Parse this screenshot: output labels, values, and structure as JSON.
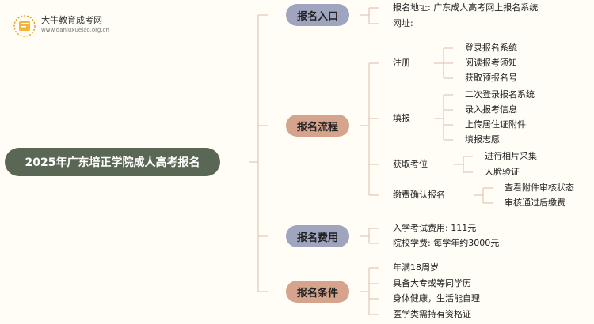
{
  "logo": {
    "title": "大牛教育成考网",
    "url": "www.daniuxueiao.org.cn",
    "icon": "book-icon"
  },
  "root": "2025年广东培正学院成人高考报名",
  "branches": [
    {
      "label": "报名入口",
      "color": "#9fa4bf",
      "items": [
        {
          "label": "报名地址: 广东成人高考网上报名系统"
        },
        {
          "label": "网址:"
        }
      ]
    },
    {
      "label": "报名流程",
      "color": "#d6a48c",
      "items": [
        {
          "label": "注册",
          "children": [
            "登录报名系统",
            "阅读报考须知",
            "获取预报名号"
          ]
        },
        {
          "label": "填报",
          "children": [
            "二次登录报名系统",
            "录入报考信息",
            "上传居住证附件",
            "填报志愿"
          ]
        },
        {
          "label": "获取考位",
          "children": [
            "进行相片采集",
            "人脸验证"
          ]
        },
        {
          "label": "缴费确认报名",
          "children": [
            "查看附件审核状态",
            "审核通过后缴费"
          ]
        }
      ]
    },
    {
      "label": "报名费用",
      "color": "#9fa4bf",
      "items": [
        {
          "label": "入学考试费用: 111元"
        },
        {
          "label": "院校学费: 每学年约3000元"
        }
      ]
    },
    {
      "label": "报名条件",
      "color": "#d6a48c",
      "items": [
        {
          "label": "年满18周岁"
        },
        {
          "label": "具备大专或等同学历"
        },
        {
          "label": "身体健康，生活能自理"
        },
        {
          "label": "医学类需持有资格证"
        }
      ]
    }
  ]
}
